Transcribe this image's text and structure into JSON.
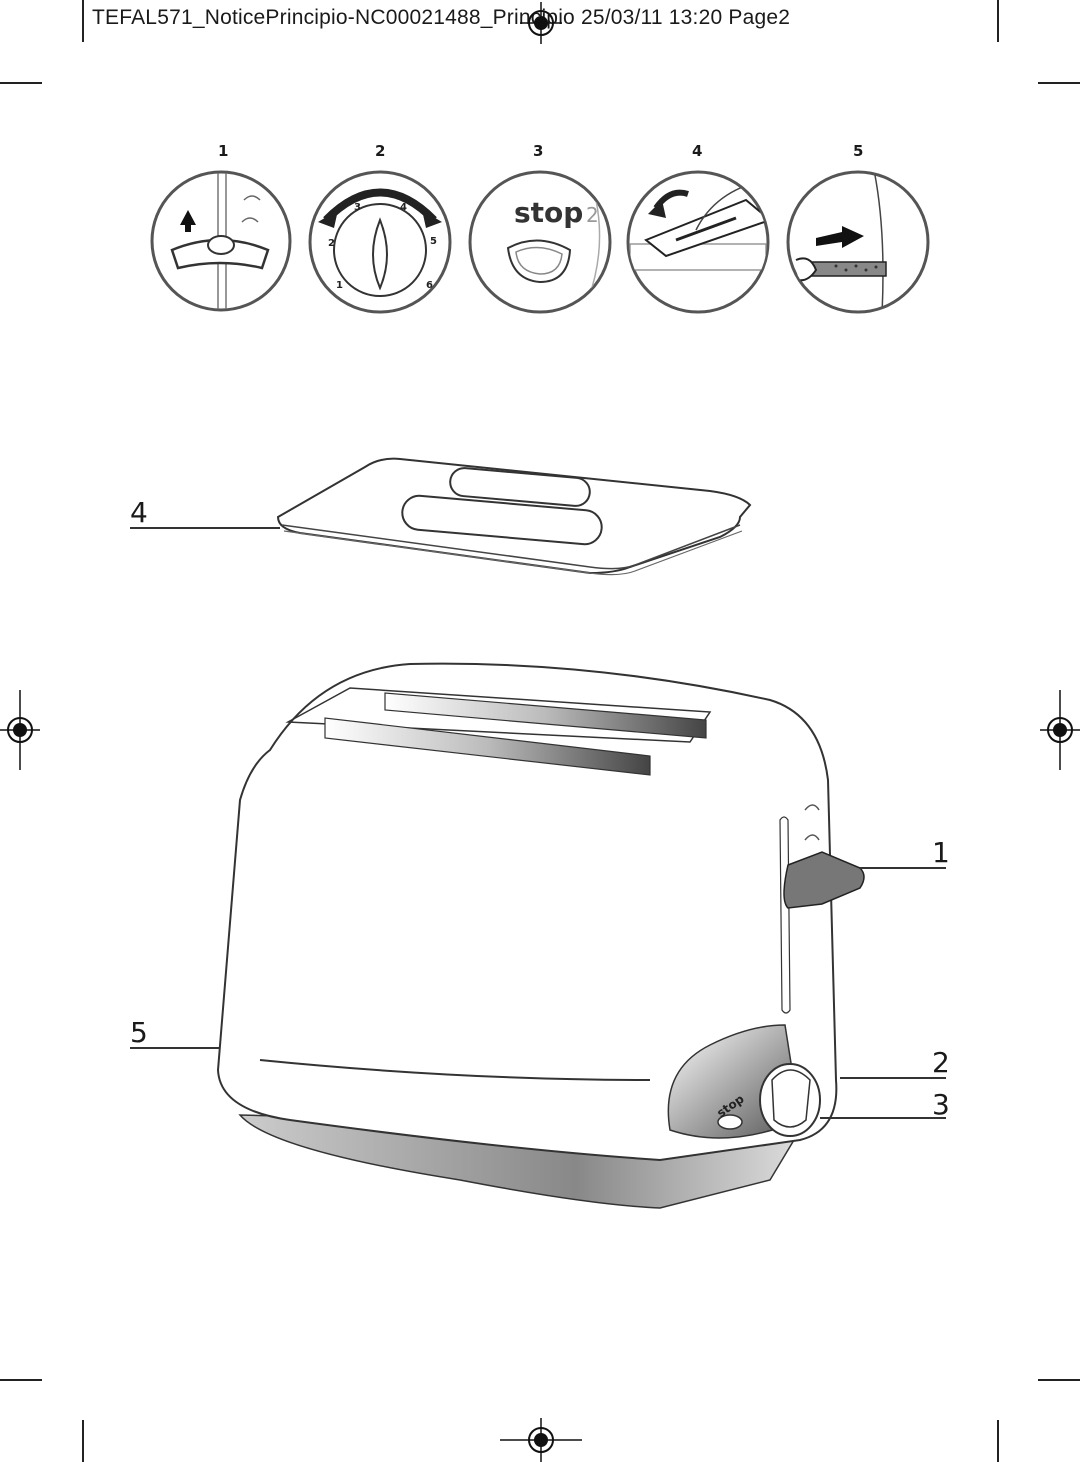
{
  "header": {
    "title": "TEFAL571_NoticePrincipio-NC00021488_Principio 25/03/11 13:20 Page2"
  },
  "steps": [
    {
      "number": "1",
      "icon": "lever-up-icon"
    },
    {
      "number": "2",
      "icon": "browning-dial-icon",
      "dial_labels": [
        "1",
        "2",
        "3",
        "4",
        "5",
        "6"
      ]
    },
    {
      "number": "3",
      "icon": "stop-button-icon",
      "label": "stop"
    },
    {
      "number": "4",
      "icon": "lid-removal-icon"
    },
    {
      "number": "5",
      "icon": "crumb-tray-icon"
    }
  ],
  "callouts": {
    "lid": "4",
    "crumb_tray": "5",
    "lever": "1",
    "dial": "2",
    "stop_button": "3"
  },
  "toaster": {
    "stop_label": "stop"
  }
}
